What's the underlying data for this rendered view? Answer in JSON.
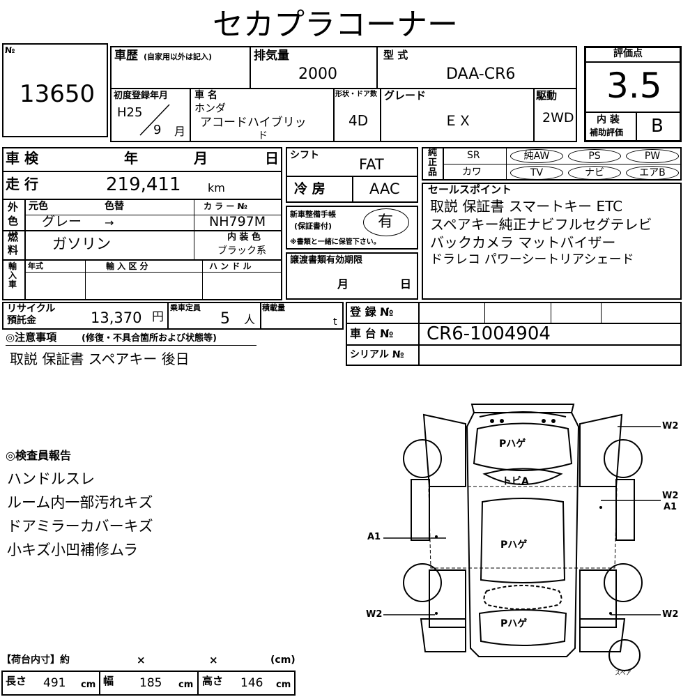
{
  "title": "セカプラコーナー",
  "lot": {
    "label": "№",
    "number": "13650"
  },
  "history": {
    "label": "車歴",
    "note": "(自家用以外は記入)"
  },
  "displacement": {
    "label": "排気量",
    "value": "2000"
  },
  "model": {
    "label": "型 式",
    "value": "DAA-CR6"
  },
  "score": {
    "label": "評価点",
    "value": "3.5",
    "interior_label_1": "内 装",
    "interior_label_2": "補助評価",
    "interior_value": "B"
  },
  "first_reg": {
    "label": "初度登録年月",
    "era": "H25",
    "month": "9",
    "month_unit": "月"
  },
  "car_name": {
    "label": "車 名",
    "maker": "ホンダ",
    "name_1": "アコードハイブリッ",
    "name_2": "ド"
  },
  "body_doors": {
    "label": "形状・ドア数",
    "value": "4D"
  },
  "grade": {
    "label": "グレード",
    "value": "ＥＸ"
  },
  "drive": {
    "label": "駆動",
    "value": "2WD"
  },
  "inspection": {
    "label": "車 検",
    "year": "年",
    "month": "月",
    "day": "日"
  },
  "mileage": {
    "label": "走 行",
    "value": "219,411",
    "unit": "km"
  },
  "exterior": {
    "label_1": "外",
    "label_2": "色",
    "orig_label": "元色",
    "repaint_label": "色替",
    "orig_value": "グレー",
    "arrow": "→",
    "color_no_label": "カ ラ ー №",
    "color_no": "NH797M"
  },
  "fuel": {
    "label_1": "燃",
    "label_2": "料",
    "value": "ガソリン",
    "interior_color_label": "内 装 色",
    "interior_color": "ブラック系"
  },
  "import": {
    "label": "輸入車",
    "year_label": "年式",
    "type_label": "輸 入 区 分",
    "handle_label": "ハ ン ド ル"
  },
  "recycle": {
    "label_1": "リサイクル",
    "label_2": "預託金",
    "value": "13,370",
    "unit": "円"
  },
  "capacity": {
    "label": "乗車定員",
    "value": "5",
    "unit": "人"
  },
  "load": {
    "label": "積載量",
    "unit": "t"
  },
  "shift": {
    "label": "シフト",
    "value": "FAT"
  },
  "aircon": {
    "label": "冷 房",
    "value": "AAC"
  },
  "warranty": {
    "label_1": "新車整備手帳",
    "label_2": "(保証書付)",
    "value": "有",
    "note": "※書類と一緒に保管下さい。"
  },
  "transfer": {
    "label": "譲渡書類有効期限",
    "month": "月",
    "day": "日"
  },
  "options": {
    "label": "純正品",
    "items": [
      "SR",
      "純AW",
      "PS",
      "PW",
      "カワ",
      "TV",
      "ナビ",
      "エアB"
    ]
  },
  "sales": {
    "label": "セールスポイント",
    "lines": [
      "取説 保証書 スマートキー ETC",
      "スペアキー純正ナビフルセグテレビ",
      "バックカメラ マットバイザー",
      "ドラレコ パワーシートリアシェード"
    ]
  },
  "registration": {
    "reg_label": "登 録 №",
    "chassis_label": "車 台 №",
    "chassis_value": "CR6-1004904",
    "serial_label": "シリアル №"
  },
  "notes": {
    "label": "◎注意事項",
    "sub": "(修復・不具合箇所および状態等)",
    "text": "取説 保証書 スペアキー 後日"
  },
  "inspector": {
    "label": "◎検査員報告",
    "lines": [
      "ハンドルスレ",
      "ルーム内一部汚れキズ",
      "ドアミラーカバーキズ",
      "小キズ小凹補修ムラ"
    ]
  },
  "diagram": {
    "labels": {
      "roof_front": "Pハゲ",
      "hood_front": "トビA",
      "roof_mid": "Pハゲ",
      "trunk": "Pハゲ",
      "left_side": "A1",
      "right_front": "W2",
      "right_mid_1": "W2",
      "right_mid_2": "A1",
      "left_rear": "W2",
      "right_rear": "W2",
      "spare": "スペア"
    }
  },
  "cargo": {
    "label": "【荷台内寸】約",
    "x1": "×",
    "x2": "×",
    "unit": "(cm)",
    "length_label": "長さ",
    "length": "491",
    "width_label": "幅",
    "width": "185",
    "height_label": "高さ",
    "height": "146",
    "cm": "cm"
  }
}
